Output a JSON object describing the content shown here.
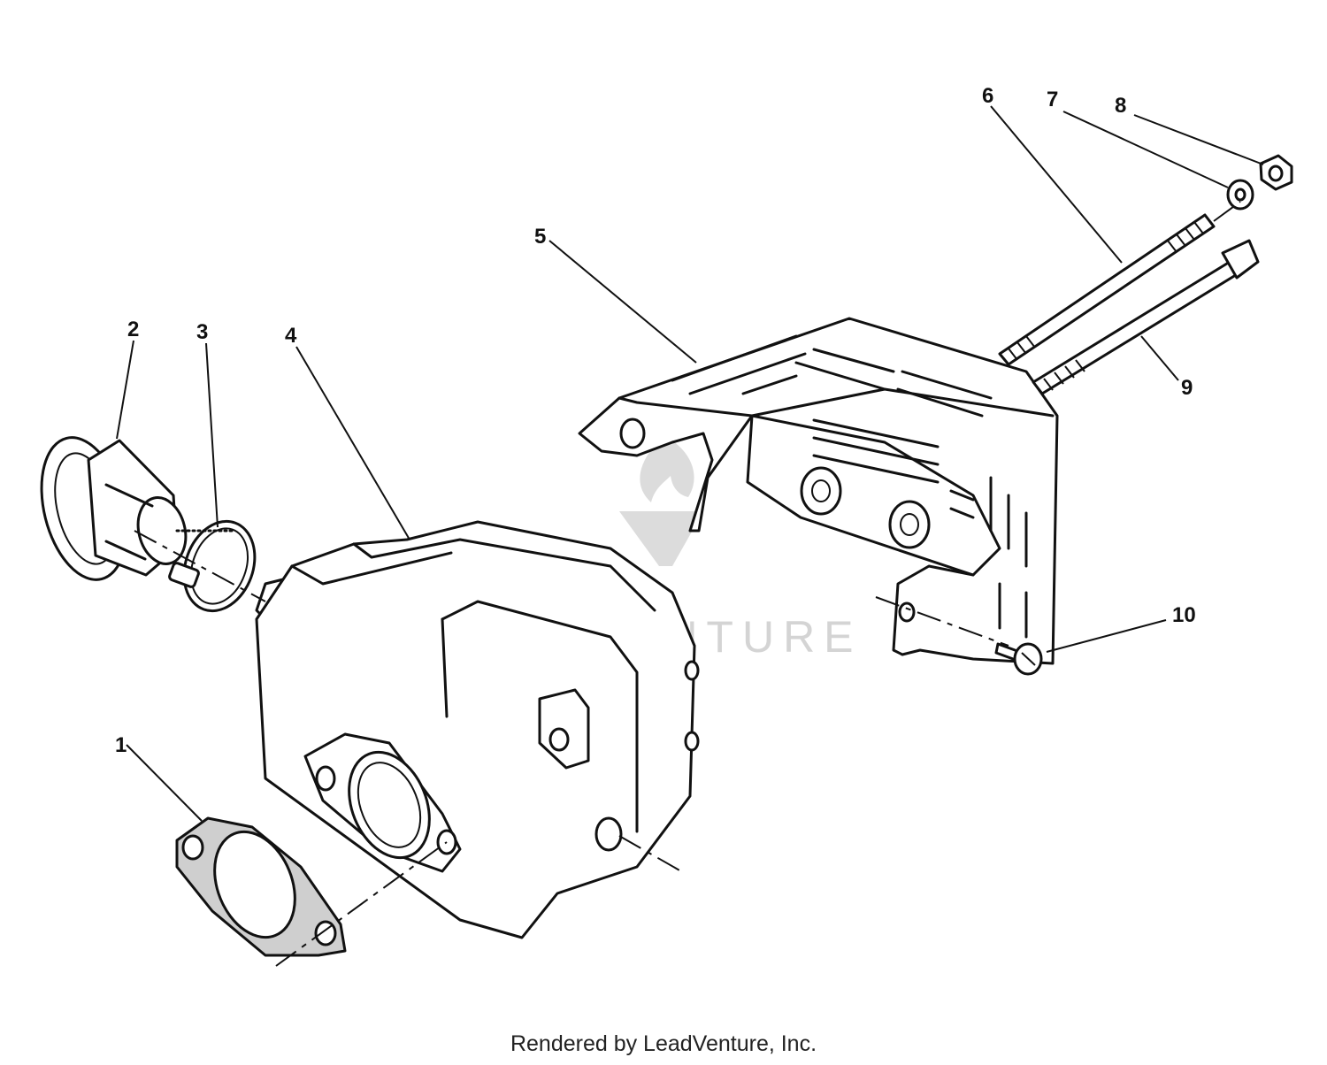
{
  "diagram": {
    "callouts": [
      {
        "id": "1",
        "label": "1"
      },
      {
        "id": "2",
        "label": "2"
      },
      {
        "id": "3",
        "label": "3"
      },
      {
        "id": "4",
        "label": "4"
      },
      {
        "id": "5",
        "label": "5"
      },
      {
        "id": "6",
        "label": "6"
      },
      {
        "id": "7",
        "label": "7"
      },
      {
        "id": "8",
        "label": "8"
      },
      {
        "id": "9",
        "label": "9"
      },
      {
        "id": "10",
        "label": "10"
      }
    ],
    "watermark": "LEADVENTURE"
  },
  "footer": {
    "text": "Rendered by LeadVenture, Inc."
  },
  "colors": {
    "line": "#111111",
    "watermark": "#d4d4d4",
    "background": "#ffffff"
  }
}
